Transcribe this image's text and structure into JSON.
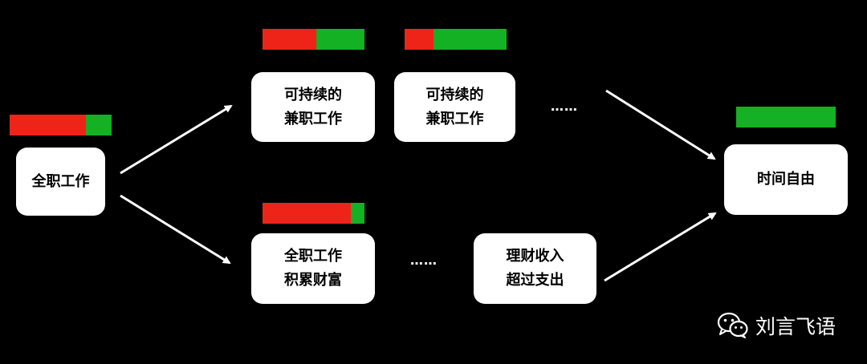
{
  "nodes": {
    "fulltime": [
      "全职工作"
    ],
    "sidejob1": [
      "可持续的",
      "兼职工作"
    ],
    "sidejob2": [
      "可持续的",
      "兼职工作"
    ],
    "accumulate": [
      "全职工作",
      "积累财富"
    ],
    "invest": [
      "理财收入",
      "超过支出"
    ],
    "freedom": [
      "时间自由"
    ]
  },
  "ellipsis": {
    "top": "……",
    "bottom": "……"
  },
  "ratio_bars": {
    "fulltime": {
      "red": 0.75,
      "green": 0.25
    },
    "sidejob1": {
      "red": 0.53,
      "green": 0.47
    },
    "sidejob2": {
      "red": 0.28,
      "green": 0.72
    },
    "accumulate": {
      "red": 0.87,
      "green": 0.13
    },
    "freedom": {
      "red": 0.0,
      "green": 1.0
    }
  },
  "colors": {
    "red": "#ee2418",
    "green": "#13b123",
    "background": "#000000"
  },
  "watermark": {
    "icon": "wechat-icon",
    "text": "刘言飞语"
  }
}
